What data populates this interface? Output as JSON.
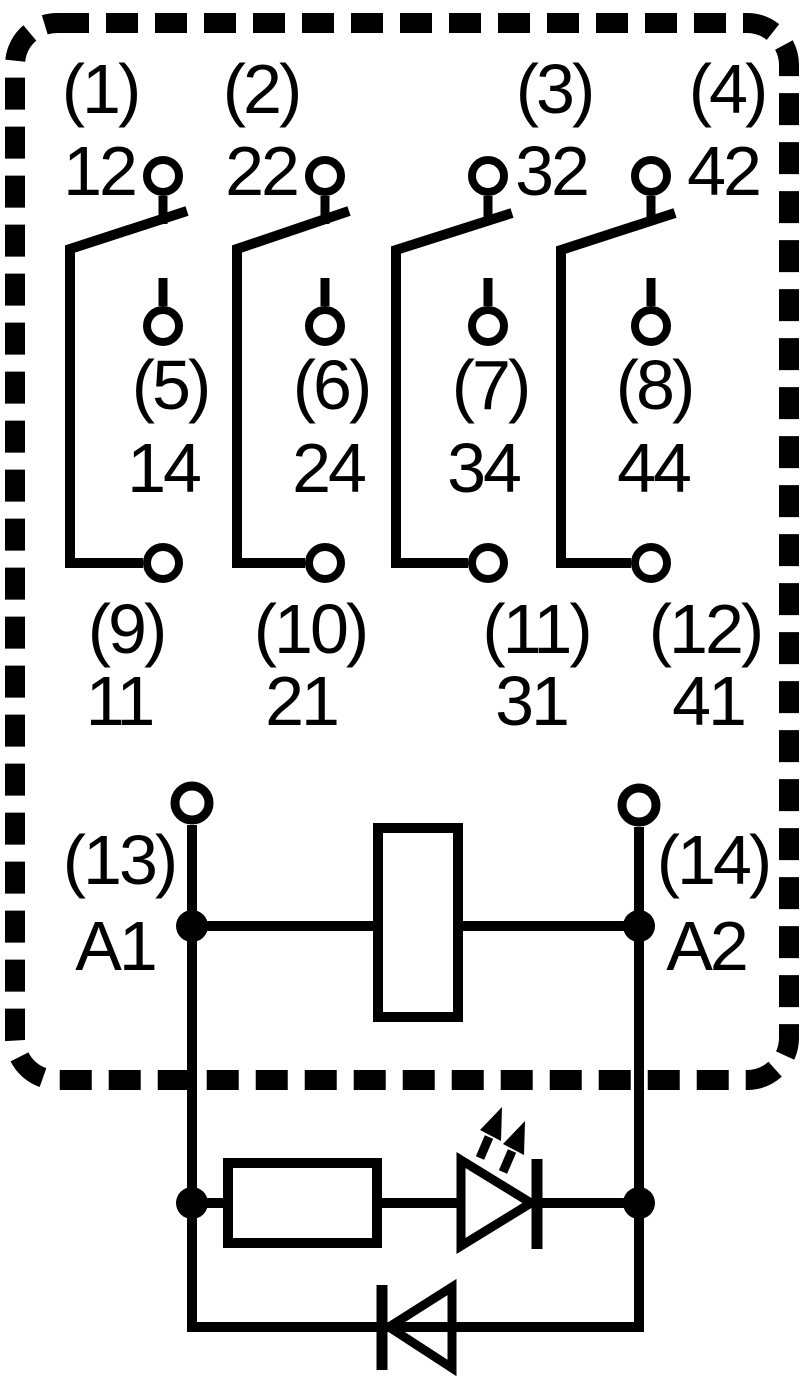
{
  "colors": {
    "ink": "#000000",
    "paper": "#ffffff"
  },
  "poles": [
    {
      "nc_pin": "(1)",
      "nc_terminal": "12",
      "no_pin": "(5)",
      "no_terminal": "14",
      "com_pin": "(9)",
      "com_terminal": "11"
    },
    {
      "nc_pin": "(2)",
      "nc_terminal": "22",
      "no_pin": "(6)",
      "no_terminal": "24",
      "com_pin": "(10)",
      "com_terminal": "21"
    },
    {
      "nc_pin": "(3)",
      "nc_terminal": "32",
      "no_pin": "(7)",
      "no_terminal": "34",
      "com_pin": "(11)",
      "com_terminal": "31"
    },
    {
      "nc_pin": "(4)",
      "nc_terminal": "42",
      "no_pin": "(8)",
      "no_terminal": "44",
      "com_pin": "(12)",
      "com_terminal": "41"
    }
  ],
  "coil": {
    "a1_pin": "(13)",
    "a1_terminal": "A1",
    "a2_pin": "(14)",
    "a2_terminal": "A2"
  },
  "icons": {
    "outline": "dashed-module-outline",
    "coil": "coil-symbol",
    "resistor": "resistor-symbol",
    "led": "led-indicator-symbol",
    "led_arrows": "light-emission-arrows-icon",
    "diode": "reverse-diode-symbol"
  }
}
